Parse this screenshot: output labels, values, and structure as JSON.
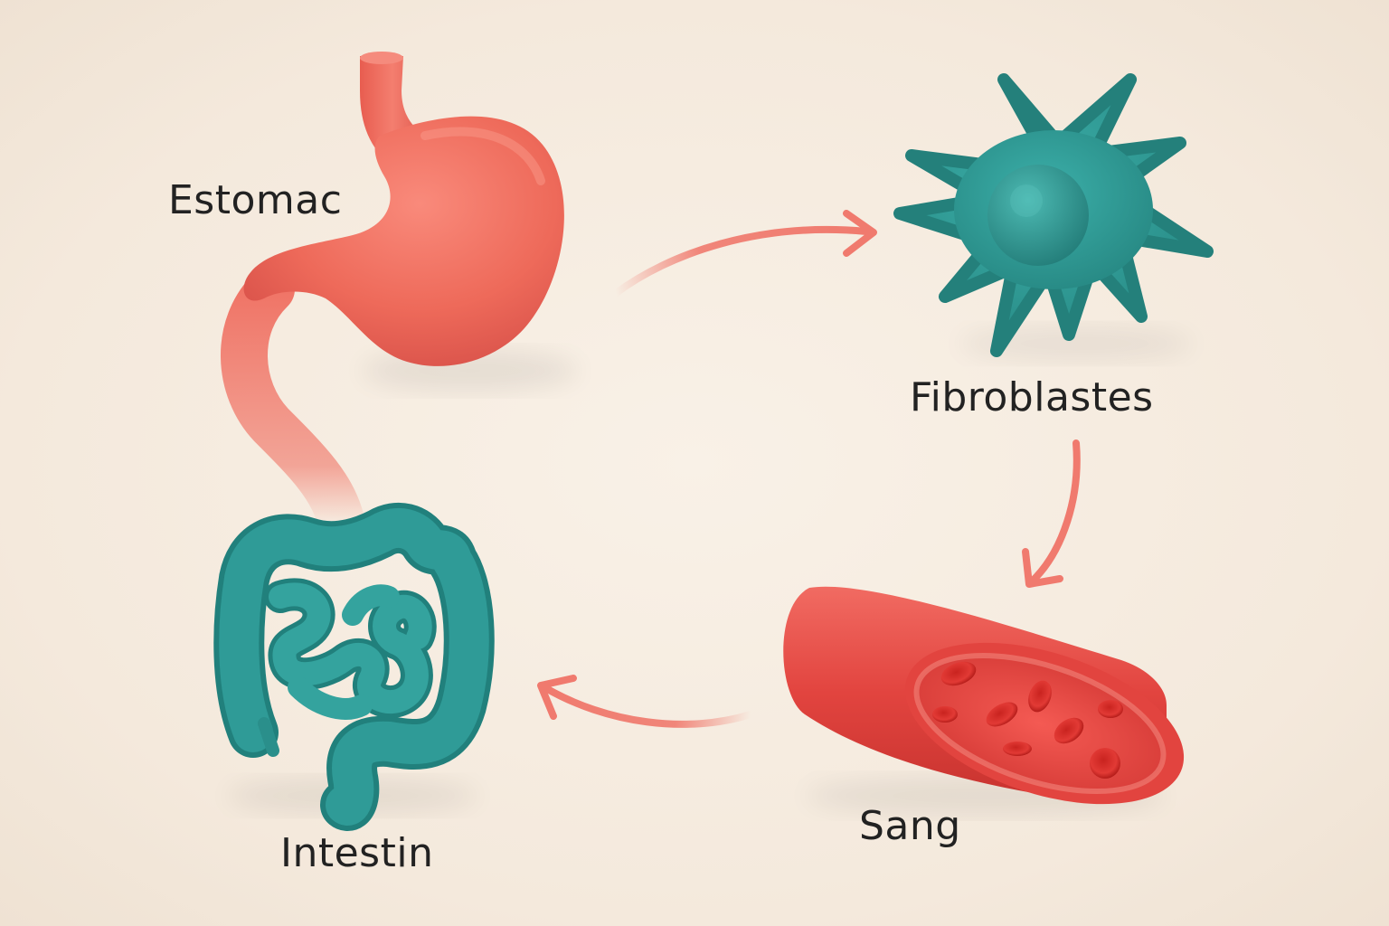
{
  "nodes": {
    "stomach": {
      "label": "Estomac",
      "color": "#ef6b5c",
      "icon": "stomach-icon"
    },
    "fibroblasts": {
      "label": "Fibroblastes",
      "color": "#2f9b97",
      "icon": "fibroblast-cell-icon"
    },
    "blood": {
      "label": "Sang",
      "color": "#e24a46",
      "icon": "blood-vessel-icon"
    },
    "intestine": {
      "label": "Intestin",
      "color": "#2b9692",
      "icon": "intestine-icon"
    }
  },
  "arrows": {
    "color": "#f07a6e",
    "flow": [
      "stomach",
      "fibroblasts",
      "blood",
      "intestine",
      "stomach"
    ]
  },
  "colors": {
    "background": "#f6ede2",
    "text": "#222222"
  }
}
